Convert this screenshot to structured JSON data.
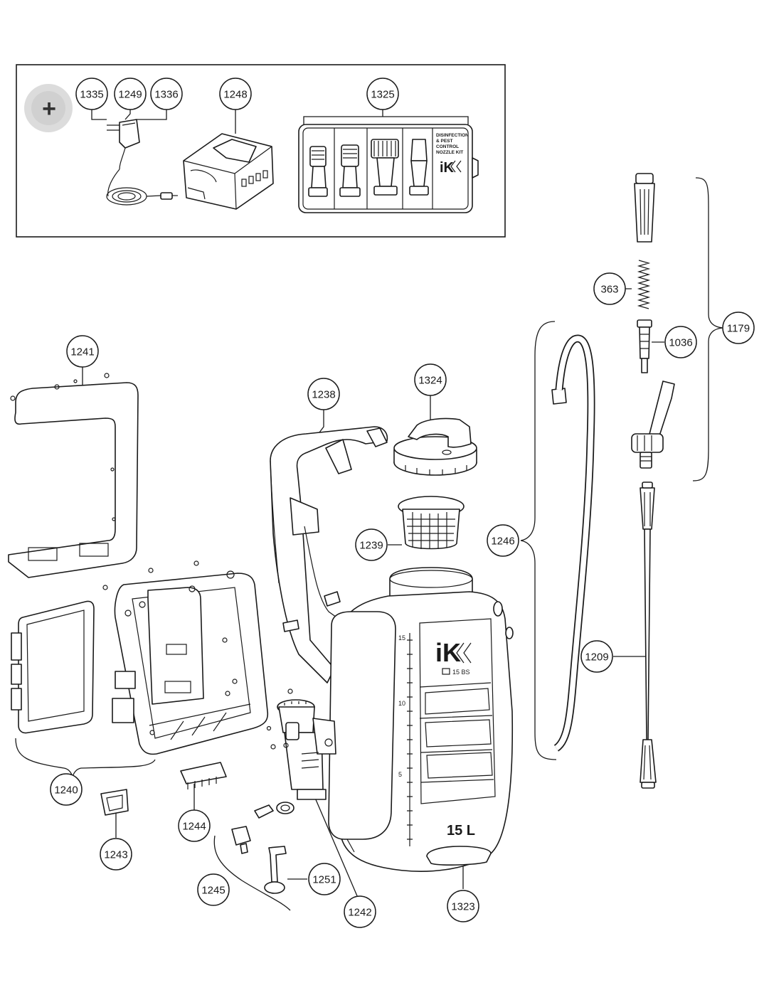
{
  "accessories_plus_symbol": "+",
  "kit_label": [
    "DISINFECTION",
    "& PEST",
    "CONTROL",
    "NOZZLE KIT"
  ],
  "brand": {
    "logo": "iK",
    "model": "15 BS",
    "capacity": "15 L"
  },
  "tank_scale": [
    "15",
    "10",
    "5"
  ],
  "colors": {
    "line": "#1a1a1a",
    "background": "#ffffff",
    "plus_badge": "#dcdcdc"
  },
  "callouts": [
    {
      "id": "1335",
      "label": "1335"
    },
    {
      "id": "1249",
      "label": "1249"
    },
    {
      "id": "1336",
      "label": "1336"
    },
    {
      "id": "1248",
      "label": "1248"
    },
    {
      "id": "1325",
      "label": "1325"
    },
    {
      "id": "1179",
      "label": "1179"
    },
    {
      "id": "363",
      "label": "363"
    },
    {
      "id": "1036",
      "label": "1036"
    },
    {
      "id": "1241",
      "label": "1241"
    },
    {
      "id": "1238",
      "label": "1238"
    },
    {
      "id": "1324",
      "label": "1324"
    },
    {
      "id": "1239",
      "label": "1239"
    },
    {
      "id": "1246",
      "label": "1246"
    },
    {
      "id": "1209",
      "label": "1209"
    },
    {
      "id": "1240",
      "label": "1240"
    },
    {
      "id": "1243",
      "label": "1243"
    },
    {
      "id": "1244",
      "label": "1244"
    },
    {
      "id": "1245",
      "label": "1245"
    },
    {
      "id": "1251",
      "label": "1251"
    },
    {
      "id": "1242",
      "label": "1242"
    },
    {
      "id": "1323",
      "label": "1323"
    }
  ]
}
